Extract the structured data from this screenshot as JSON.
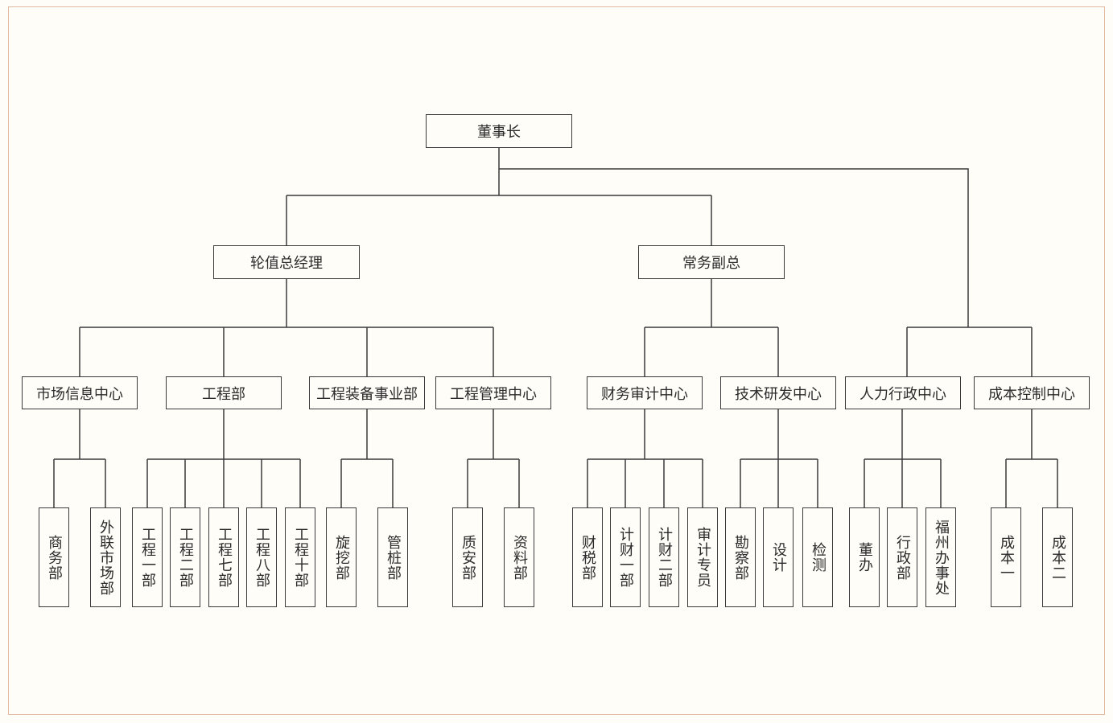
{
  "root": "董事长",
  "level2": {
    "rotating_gm": "轮值总经理",
    "executive_vp": "常务副总"
  },
  "centers": {
    "market": "市场信息中心",
    "engineering": "工程部",
    "equipment": "工程装备事业部",
    "eng_mgmt": "工程管理中心",
    "finance": "财务审计中心",
    "tech": "技术研发中心",
    "hr": "人力行政中心",
    "cost": "成本控制中心"
  },
  "depts": {
    "business": "商务部",
    "external": "外联市场部",
    "eng1": "工程一部",
    "eng2": "工程二部",
    "eng7": "工程七部",
    "eng8": "工程八部",
    "eng10": "工程十部",
    "rotary": "旋挖部",
    "pile": "管桩部",
    "qa": "质安部",
    "docs": "资料部",
    "tax": "财税部",
    "fin1": "计财一部",
    "fin2": "计财二部",
    "audit": "审计专员",
    "survey": "勘察部",
    "design": "设计",
    "inspect": "检测",
    "board_office": "董办",
    "admin": "行政部",
    "fuzhou": "福州办事处",
    "cost1": "成本一",
    "cost2": "成本二"
  },
  "colors": {
    "background": "#fffdf8",
    "frame": "#e0b9a2",
    "line": "#3a3a3a",
    "text": "#2b2b2b"
  }
}
